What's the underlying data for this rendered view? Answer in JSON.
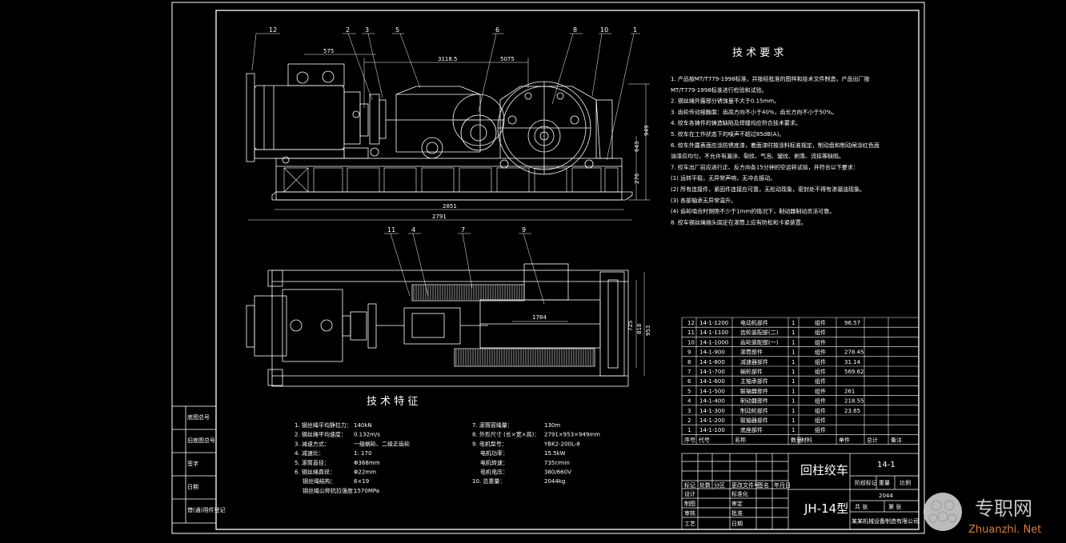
{
  "title_block": {
    "product_name": "回柱绞车",
    "model": "JH-14型",
    "drawing_no": "14-1",
    "weight": "2044",
    "company": "某某机械设备制造有限公司",
    "scale_label": "比例",
    "weight_label": "重量",
    "stage_label": "阶段标记",
    "sheet_total": "共   张",
    "sheet_no": "第   张",
    "rows": [
      "标记",
      "处数",
      "分区",
      "更改文件号",
      "签名",
      "年月日"
    ],
    "roles": [
      "设计",
      "制图",
      "审核",
      "工艺"
    ],
    "roles2": [
      "标准化",
      "审定",
      "批准",
      "日期"
    ]
  },
  "tech_requirements": {
    "heading": "技 术 要 求",
    "items": [
      "1. 产品按MT/T779-1998标准，并按经批准的图样和技术文件制造，产品出厂按",
      "MT/T779-1998标准进行检验和试验。",
      "2. 钢丝绳外露部分锈蚀量不大于0.15mm。",
      "3. 齿轮传动接触面：齿高方向不小于40%，齿长方向不小于50%。",
      "4. 绞车各铸件的铸造缺陷及焊缝均应符合技术要求。",
      "5. 绞车在工作状态下的噪声不超过85dB(A)。",
      "6. 绞车外露表面应涂防锈底漆，着面漆时按涂料标准规定，制动盘和制动闸涂红色面",
      "油漆应均匀，不允许有漏涂、裂纹、气泡、皱纹、剥落、流挂等缺陷。",
      "7. 绞车出厂前应进行正、反方向各15分钟的空运转试验，并符合以下要求：",
      "(1) 运转平稳，无异常声响，无冲击振动。",
      "(2) 所有连接件，紧固件连接应可靠，无松动现象，密封处不得有渗漏油现象。",
      "(3) 各部轴承无异常温升。",
      "(4) 齿轮啮合时侧隙不少于1mm的情况下，制动器制动灵活可靠。",
      "8. 绞车钢丝绳端头固定在滚筒上应有防松和卡紧装置。"
    ]
  },
  "tech_features": {
    "heading": "技 术 特 征",
    "left": [
      {
        "k": "1. 钢丝绳平均静拉力：",
        "v": "140kN"
      },
      {
        "k": "2. 钢丝绳平均速度：",
        "v": "0.132m/s"
      },
      {
        "k": "3. 减速方式：",
        "v": "一级蜗轮、二级正齿轮"
      },
      {
        "k": "4. 减速比：",
        "v": "1: 170"
      },
      {
        "k": "5. 滚筒直径：",
        "v": "Φ368mm"
      },
      {
        "k": "6. 钢丝绳直径：",
        "v": "Φ22mm"
      },
      {
        "k": "钢丝绳结构：",
        "v": "6×19"
      },
      {
        "k": "钢丝绳公称抗拉强度：",
        "v": "1570MPa"
      }
    ],
    "right": [
      {
        "k": "7. 滚筒容绳量：",
        "v": "130m"
      },
      {
        "k": "8. 外形尺寸 (长×宽×高)：",
        "v": "2791×953×949mm"
      },
      {
        "k": "9. 电机型号：",
        "v": "YBK2-200L-8"
      },
      {
        "k": "电机功率：",
        "v": "15.5kW"
      },
      {
        "k": "电机转速：",
        "v": "735r/min"
      },
      {
        "k": "电机电压：",
        "v": "380/660V"
      },
      {
        "k": "10. 总重量：",
        "v": "2044kg"
      }
    ]
  },
  "parts_list": [
    {
      "no": "12",
      "code": "14-1-1200",
      "name": "电动机部件",
      "qty": "1",
      "mat": "组件",
      "wt": "96.57"
    },
    {
      "no": "11",
      "code": "14-1-1100",
      "name": "齿轮装配部(二)",
      "qty": "1",
      "mat": "组件",
      "wt": ""
    },
    {
      "no": "10",
      "code": "14-1-1000",
      "name": "齿轮装配部(一)",
      "qty": "1",
      "mat": "组件",
      "wt": ""
    },
    {
      "no": "9",
      "code": "14-1-900",
      "name": "滚筒部件",
      "qty": "1",
      "mat": "组件",
      "wt": "278.45"
    },
    {
      "no": "8",
      "code": "14-1-800",
      "name": "减速器部件",
      "qty": "1",
      "mat": "组件",
      "wt": "31.14"
    },
    {
      "no": "7",
      "code": "14-1-700",
      "name": "蜗轮部件",
      "qty": "1",
      "mat": "组件",
      "wt": "569.62"
    },
    {
      "no": "6",
      "code": "14-1-600",
      "name": "主轴承部件",
      "qty": "1",
      "mat": "组件",
      "wt": ""
    },
    {
      "no": "5",
      "code": "14-1-500",
      "name": "联轴器部件",
      "qty": "1",
      "mat": "组件",
      "wt": "261"
    },
    {
      "no": "4",
      "code": "14-1-400",
      "name": "制动器部件",
      "qty": "1",
      "mat": "组件",
      "wt": "218.55"
    },
    {
      "no": "3",
      "code": "14-1-300",
      "name": "制动轮部件",
      "qty": "1",
      "mat": "组件",
      "wt": "23.65"
    },
    {
      "no": "2",
      "code": "14-1-200",
      "name": "联轴器部件",
      "qty": "1",
      "mat": "组件",
      "wt": ""
    },
    {
      "no": "1",
      "code": "14-1-100",
      "name": "底座部件",
      "qty": "1",
      "mat": "组件",
      "wt": ""
    }
  ],
  "parts_header": [
    "序号",
    "代号",
    "名称",
    "数量",
    "材料",
    "单件",
    "总计",
    "备注"
  ],
  "dimensions": {
    "d1": "3118.5",
    "d2": "2851",
    "d3": "2791",
    "d4": "575",
    "d5": "5075",
    "d6": "949",
    "d7": "643",
    "d8": "276",
    "d9": "1784",
    "d10": "953",
    "d11": "818",
    "d12": "725"
  },
  "callouts_top": [
    "12",
    "2",
    "3",
    "5",
    "6",
    "8",
    "10",
    "1"
  ],
  "callouts_bottom": [
    "11",
    "4",
    "7",
    "9"
  ],
  "left_strip": [
    "底图总号",
    "旧底图总号",
    "签字",
    "日期",
    "借(通)用件登记"
  ],
  "watermark": {
    "cn": "专职网",
    "en": "Zhuanzhi. Net"
  }
}
